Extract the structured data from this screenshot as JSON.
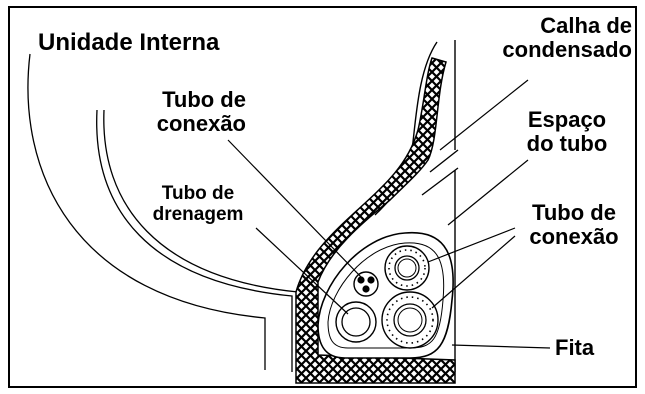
{
  "labels": {
    "unit": "Unidade Interna",
    "gutter": [
      "Calha de",
      "condensado"
    ],
    "pipe_conn_left": [
      "Tubo de",
      "conexão"
    ],
    "drain": [
      "Tubo de",
      "drenagem"
    ],
    "space": [
      "Espaço",
      "do tubo"
    ],
    "pipe_conn_right": [
      "Tubo de",
      "conexão"
    ],
    "tape": "Fita"
  },
  "colors": {
    "line": "#000000",
    "background": "#ffffff"
  }
}
